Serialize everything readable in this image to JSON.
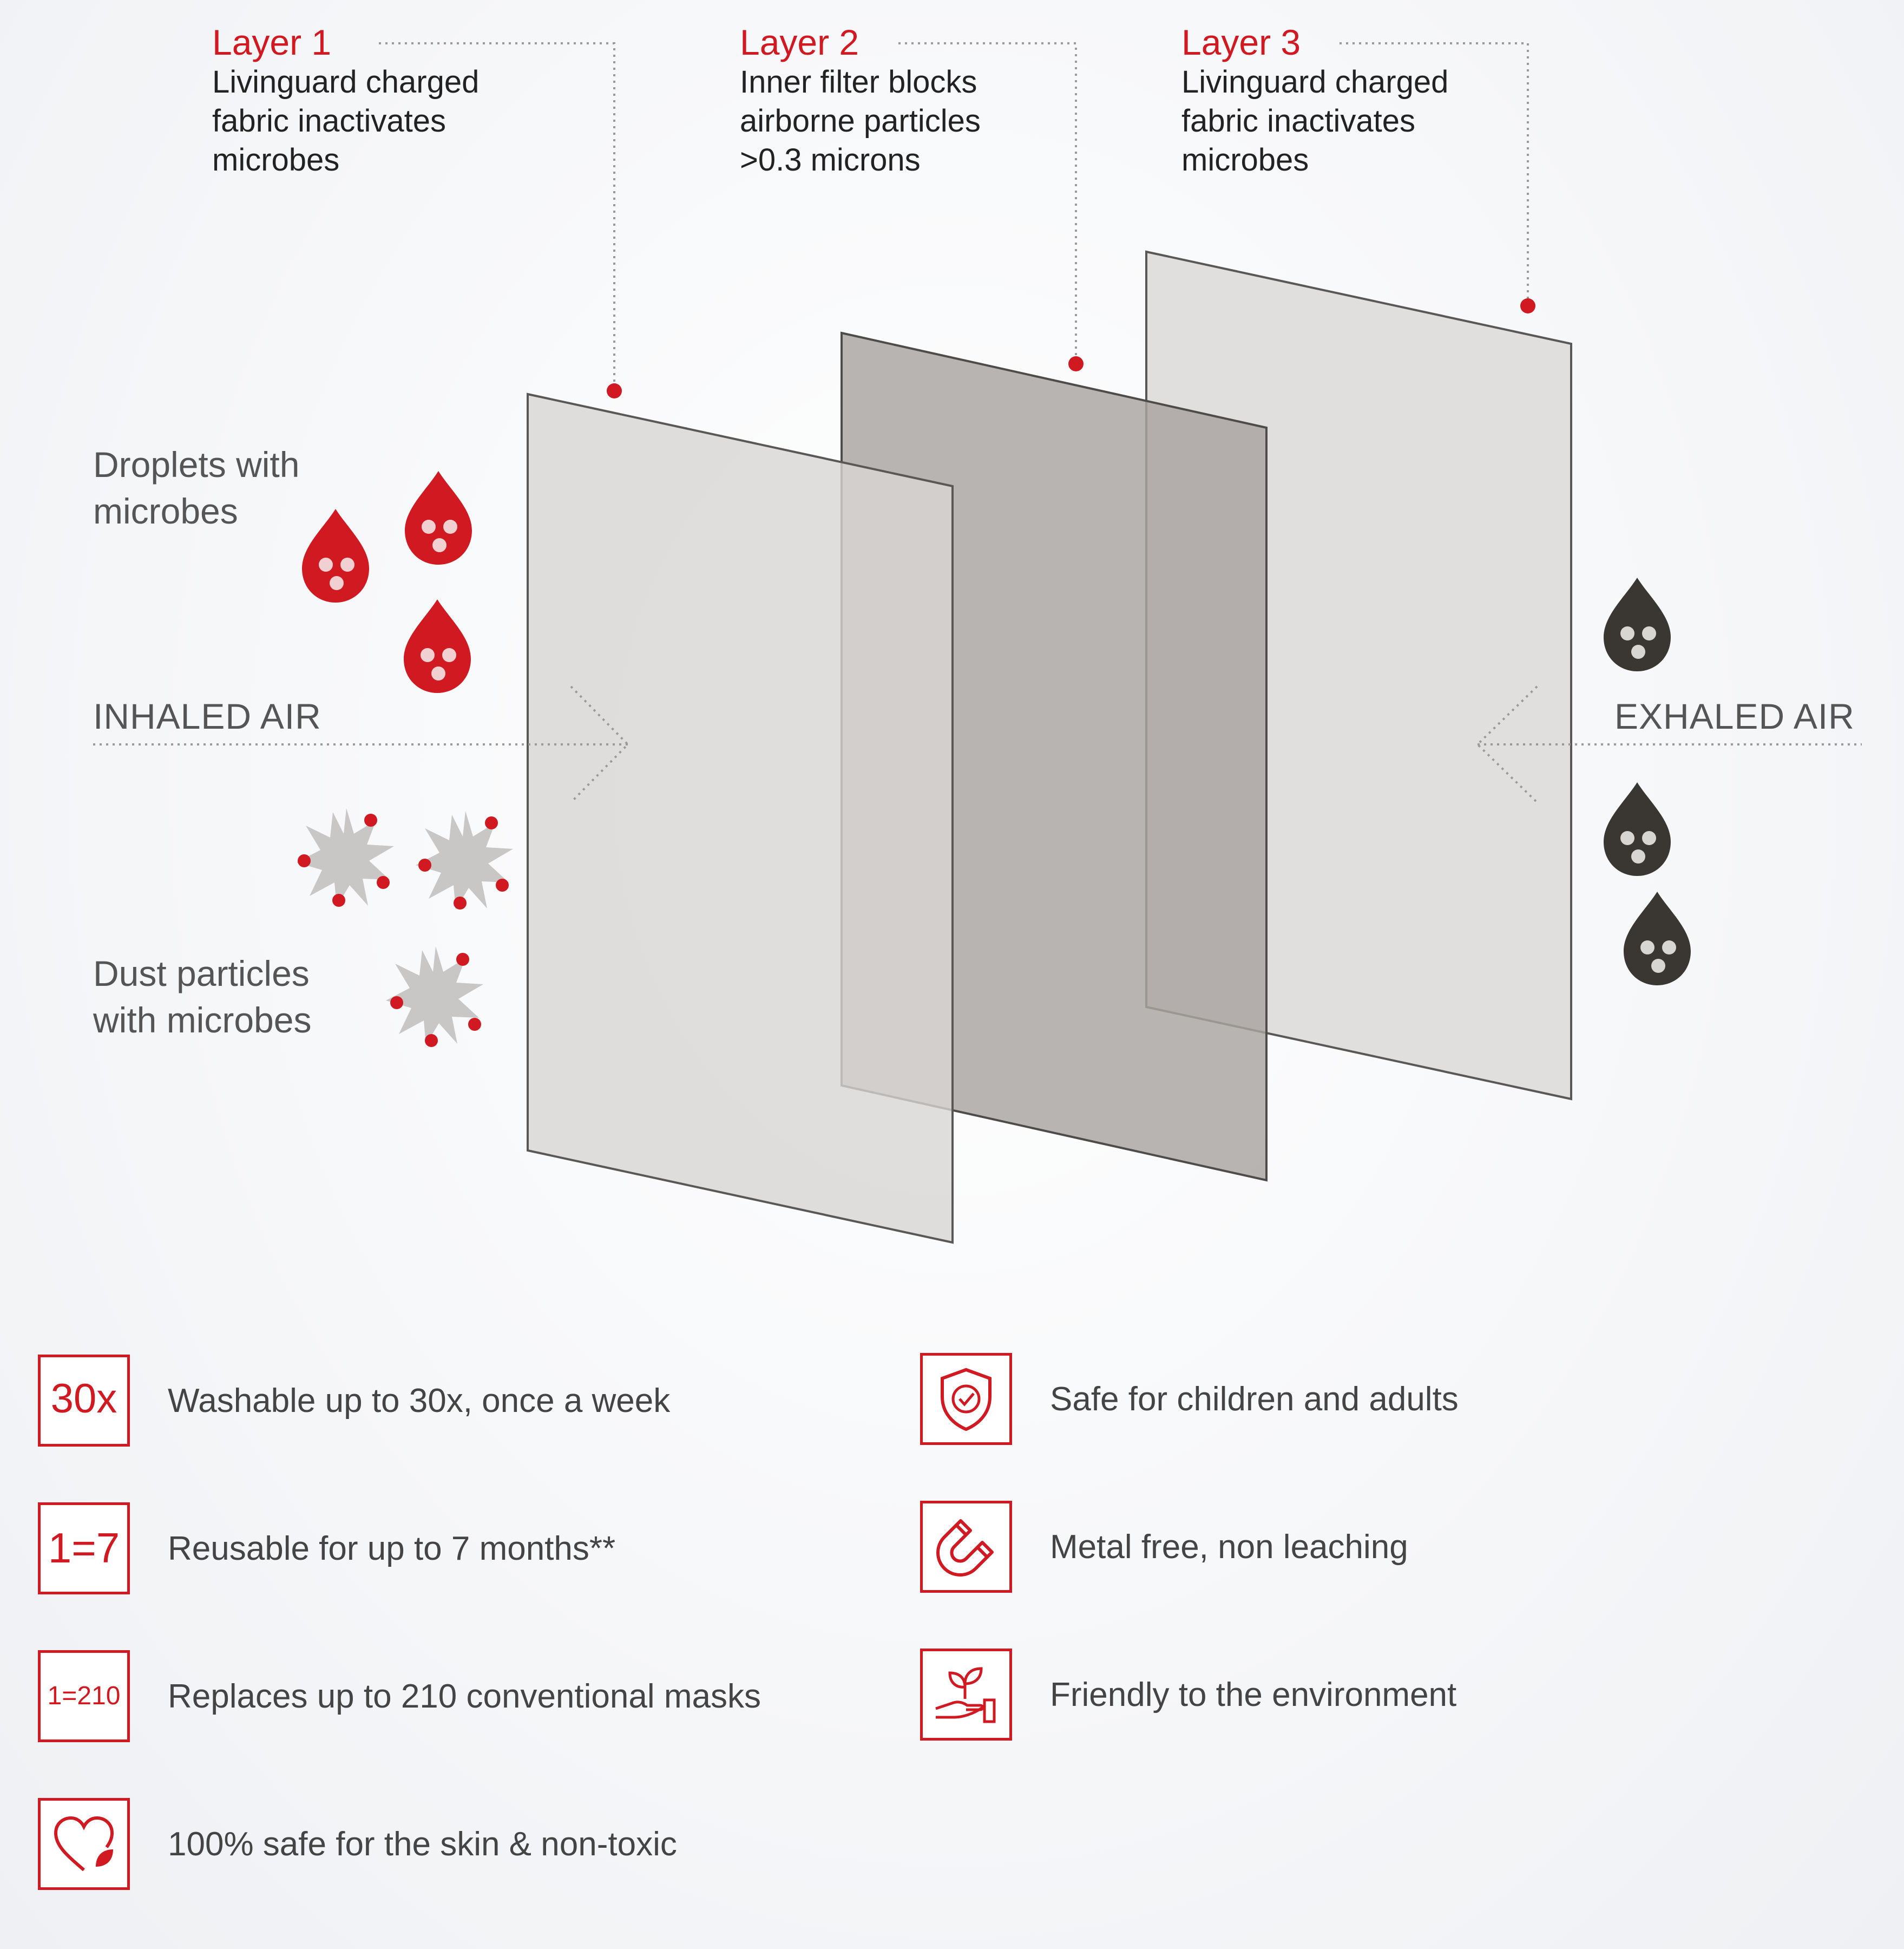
{
  "layers": [
    {
      "title": "Layer 1",
      "description": "Livinguard charged\nfabric inactivates\nmicrobes"
    },
    {
      "title": "Layer 2",
      "description": "Inner filter blocks\nairborne particles\n>0.3 microns"
    },
    {
      "title": "Layer 3",
      "description": "Livinguard charged\nfabric inactivates\nmicrobes"
    }
  ],
  "labels": {
    "droplets": "Droplets with\nmicrobes",
    "dust": "Dust particles\nwith microbes",
    "inhaled": "INHALED AIR",
    "exhaled": "EXHALED AIR"
  },
  "features": [
    {
      "icon": "30x-badge-icon",
      "icon_text": "30x",
      "text": "Washable up to 30x, once a week"
    },
    {
      "icon": "1-equals-7-badge-icon",
      "icon_text": "1=7",
      "text": "Reusable for up to 7 months**"
    },
    {
      "icon": "1-equals-210-badge-icon",
      "icon_text": "1=210",
      "text": "Replaces up to 210 conventional masks"
    },
    {
      "icon": "heart-leaf-icon",
      "text": "100% safe for the skin & non-toxic"
    },
    {
      "icon": "shield-check-icon",
      "text": "Safe for children and adults"
    },
    {
      "icon": "magnet-icon",
      "text": "Metal free, non leaching"
    },
    {
      "icon": "hand-plant-icon",
      "text": "Friendly to the environment"
    }
  ],
  "colors": {
    "accent": "#d01920",
    "dark_droplet": "#3a3632",
    "panel": "#d8d6d3",
    "panel_mid": "#a9a5a1"
  }
}
